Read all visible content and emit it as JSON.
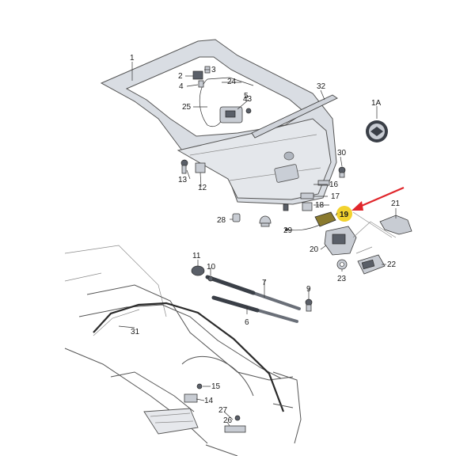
{
  "colors": {
    "panel": "#d9dde3",
    "panel_shadow": "#b5bbc4",
    "part": "#c8ccd3",
    "highlight": "#f2d22e",
    "arrow": "#e0262b"
  },
  "callouts": {
    "c1": "1",
    "c1A": "1A",
    "c2": "2",
    "c3": "3",
    "c4": "4",
    "c5": "5",
    "c6": "6",
    "c7": "7",
    "c9": "9",
    "c10": "10",
    "c11": "11",
    "c12": "12",
    "c13": "13",
    "c14": "14",
    "c15": "15",
    "c16": "16",
    "c17": "17",
    "c18": "18",
    "c19": "19",
    "c20": "20",
    "c21": "21",
    "c22": "22",
    "c23": "23",
    "c24": "24",
    "c25": "25",
    "c26": "26",
    "c27": "27",
    "c28": "28",
    "c29": "29",
    "c30": "30",
    "c31": "31",
    "c32": "32",
    "c43": "43"
  },
  "highlighted_callout": "19",
  "icons": [
    "skoda-emblem-icon",
    "red-pointer-arrow"
  ]
}
